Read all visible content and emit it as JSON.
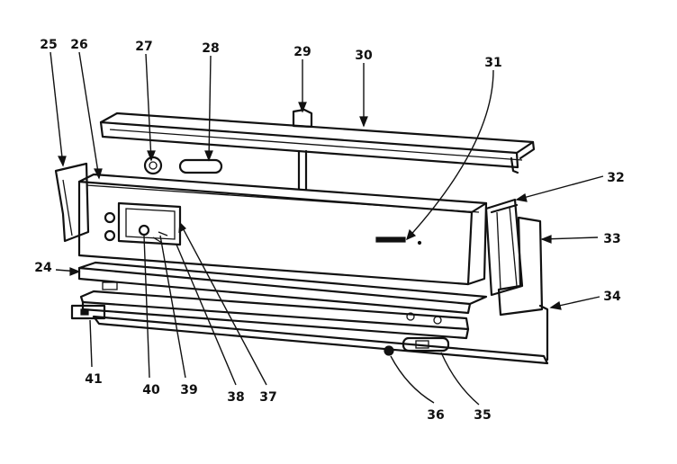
{
  "diagram": {
    "callouts": [
      {
        "id": "c25",
        "label": "25"
      },
      {
        "id": "c26",
        "label": "26"
      },
      {
        "id": "c27",
        "label": "27"
      },
      {
        "id": "c28",
        "label": "28"
      },
      {
        "id": "c29",
        "label": "29"
      },
      {
        "id": "c30",
        "label": "30"
      },
      {
        "id": "c31",
        "label": "31"
      },
      {
        "id": "c32",
        "label": "32"
      },
      {
        "id": "c33",
        "label": "33"
      },
      {
        "id": "c34",
        "label": "34"
      },
      {
        "id": "c24",
        "label": "24"
      },
      {
        "id": "c41",
        "label": "41"
      },
      {
        "id": "c40",
        "label": "40"
      },
      {
        "id": "c39",
        "label": "39"
      },
      {
        "id": "c38",
        "label": "38"
      },
      {
        "id": "c37",
        "label": "37"
      },
      {
        "id": "c36",
        "label": "36"
      },
      {
        "id": "c35",
        "label": "35"
      }
    ]
  }
}
